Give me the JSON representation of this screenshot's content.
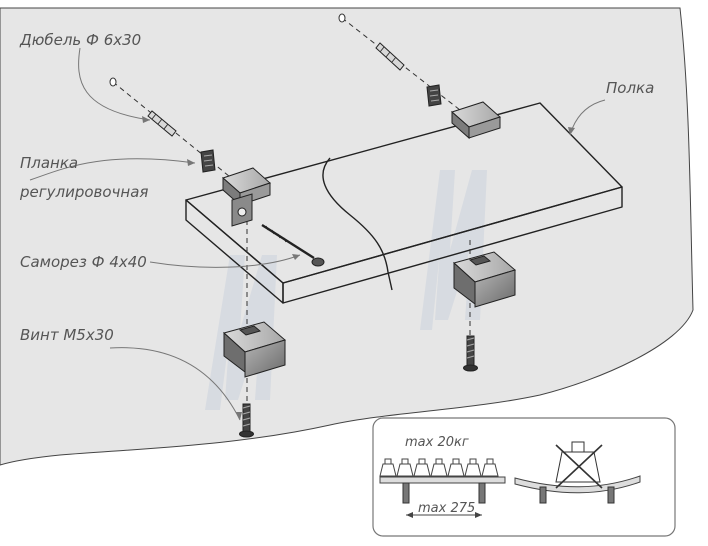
{
  "labels": {
    "dowel": "Дюбель Ф 6х30",
    "shelf": "Полка",
    "plate_line1": "Планка",
    "plate_line2": "регулировочная",
    "screw": "Саморез Ф 4х40",
    "bolt": "Винт М5х30"
  },
  "inset": {
    "max_load": "max 20кг",
    "max_span": "max 275"
  },
  "watermark": "MMM",
  "colors": {
    "wall": "#e6e6e6",
    "shelf_top": "#f0f0f0",
    "shelf_front": "#ffffff",
    "bracket": "#9a9a9a",
    "bracket_dark": "#6e6e6e",
    "outline": "#222222"
  }
}
